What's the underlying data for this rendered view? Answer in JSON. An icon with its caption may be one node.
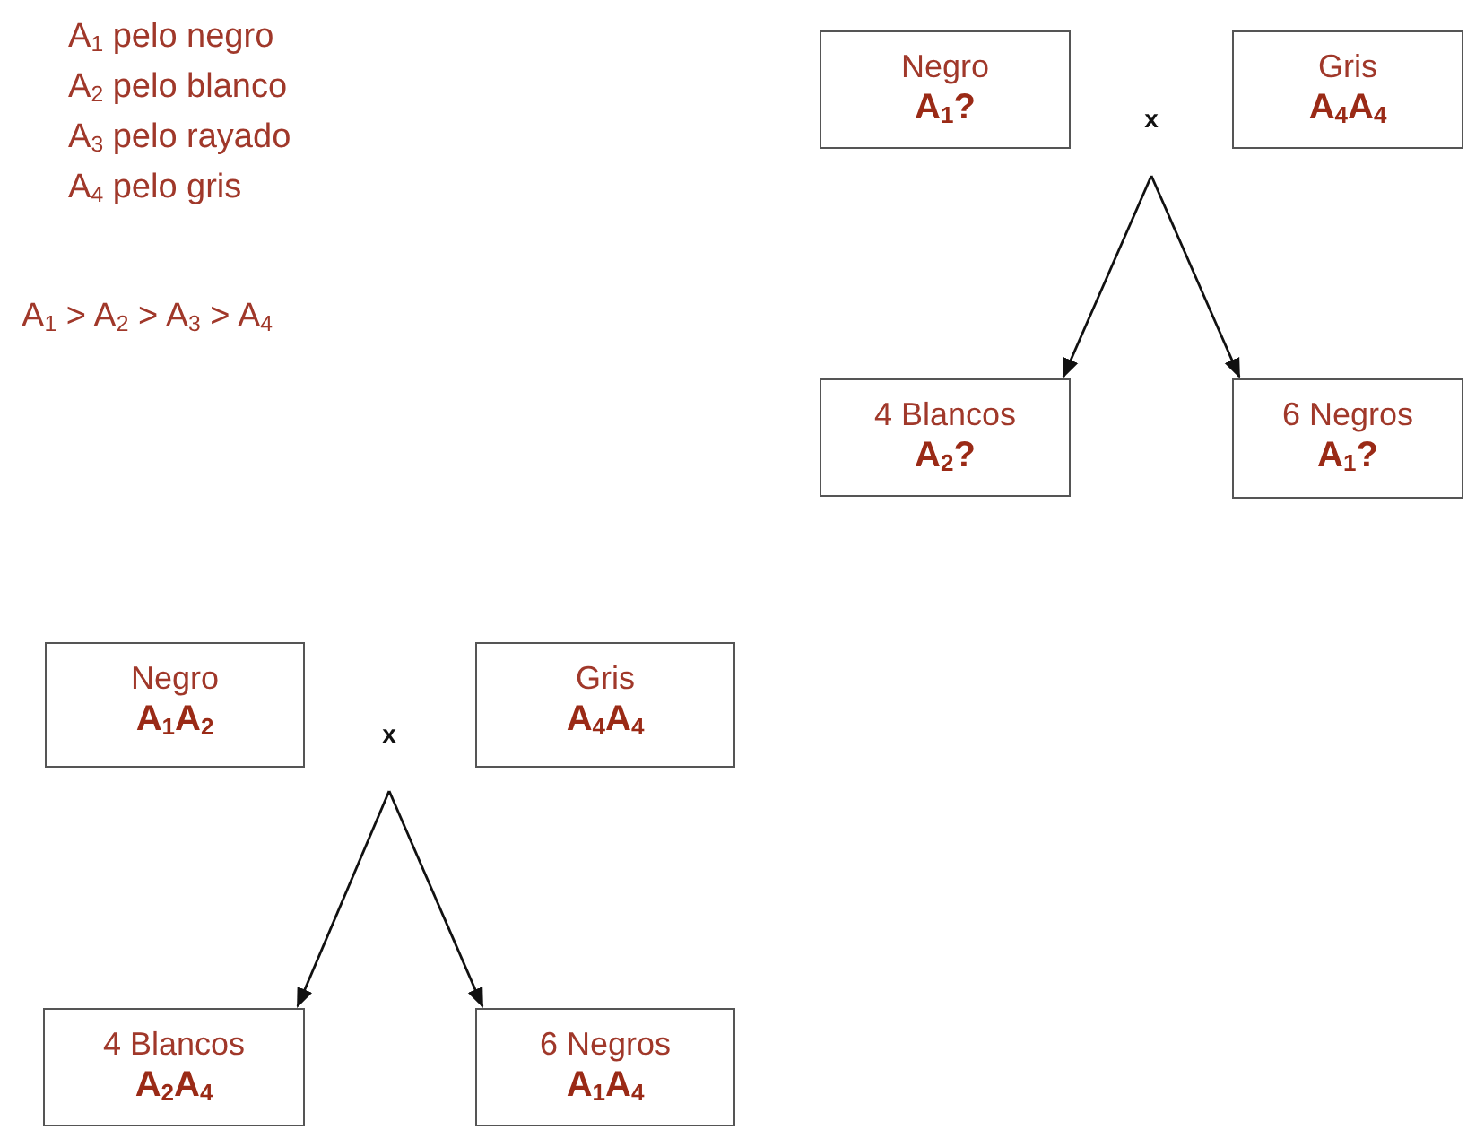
{
  "diagram": {
    "nodes": [
      {
        "text": [
          "Negro",
          "A$_{1}$?"
        ]
      },
      {
        "text": [
          "x"
        ]
      },
      {
        "text": [
          "Gris",
          "A$_{4}$A$_{4}$"
        ]
      },
      {
        "text": [
          "4 Blancos",
          "A$_{2}$?"
        ]
      },
      {
        "text": [
          "6 Negros",
          "A$_{1}$?"
        ]
      },
      {
        "text": [
          "Negro",
          "A$_{1}$A$_{2}$"
        ]
      },
      {
        "text": [
          "x"
        ]
      },
      {
        "text": [
          "Gris",
          "A$_{4}$A$_{4}$"
        ]
      },
      {
        "text": [
          "4 Blancos",
          "A$_{2}$A$_{4}$"
        ]
      },
      {
        "text": [
          "6 Negros",
          "A$_{1}$A$_{4}$"
        ]
      }
    ],
    "edges": [
      {
        "from": 1,
        "to": 3,
        "arrow": "to"
      },
      {
        "from": 1,
        "to": 4,
        "arrow": "to"
      },
      {
        "from": 6,
        "to": 8,
        "arrow": "to"
      },
      {
        "from": 6,
        "to": 9,
        "arrow": "to"
      }
    ],
    "labels": [
      "A$_{1}$ pelo negro",
      "A$_{2}$ pelo blanco",
      "A$_{3}$ pelo rayado",
      "A$_{4}$ pelo gris",
      "A$_{1}$ > A$_{2}$ > A$_{3}$ > A$_{4}$"
    ]
  }
}
